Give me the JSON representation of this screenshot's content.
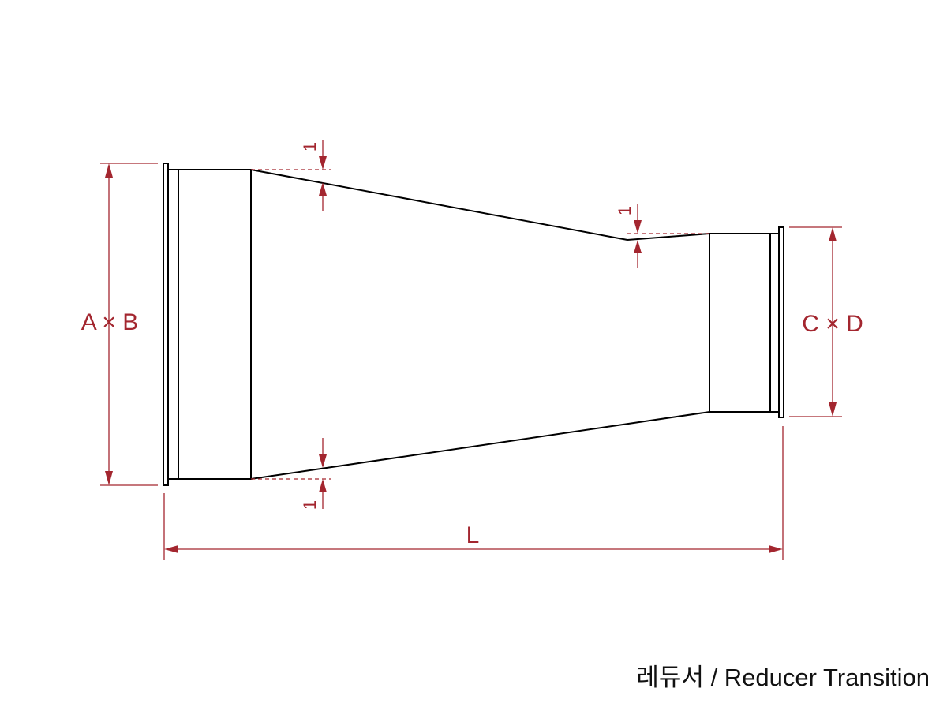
{
  "caption": "레듀서 / Reducer Transition",
  "labels": {
    "inlet_size": "A × B",
    "outlet_size": "C × D",
    "length": "L",
    "offset_top_left": "1",
    "offset_top_right": "1",
    "offset_bottom_left": "1"
  },
  "colors": {
    "dimension": "#a3262f",
    "outline": "#000000",
    "background": "#ffffff"
  }
}
